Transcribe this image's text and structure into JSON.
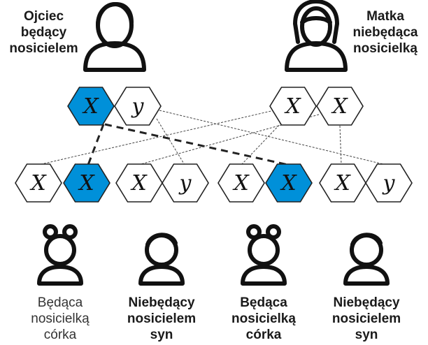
{
  "colors": {
    "carrier": "#0090d9",
    "outline": "#222222"
  },
  "parents": {
    "father": {
      "lines": [
        "Ojciec",
        "będący",
        "nosicielem"
      ],
      "icon": "male-person-icon",
      "chromosomes": [
        "X",
        "Y"
      ],
      "carrier_chromosome": "X"
    },
    "mother": {
      "lines": [
        "Matka",
        "niebędąca",
        "nosicielką"
      ],
      "icon": "female-person-icon",
      "chromosomes": [
        "X",
        "X"
      ],
      "carrier_chromosome": null
    }
  },
  "children": [
    {
      "lines": [
        "Będąca",
        "nosicielką",
        "córka"
      ],
      "icon": "girl-icon",
      "chromosomes": [
        "X",
        "X"
      ],
      "carrier_index": 1,
      "bold": false
    },
    {
      "lines": [
        "Niebędący",
        "nosicielem",
        "syn"
      ],
      "icon": "boy-icon",
      "chromosomes": [
        "X",
        "Y"
      ],
      "carrier_index": null,
      "bold": true
    },
    {
      "lines": [
        "Będąca",
        "nosicielką",
        "córka"
      ],
      "icon": "girl-icon",
      "chromosomes": [
        "X",
        "X"
      ],
      "carrier_index": 1,
      "bold": true
    },
    {
      "lines": [
        "Niebędący",
        "nosicielem",
        "syn"
      ],
      "icon": "boy-icon",
      "chromosomes": [
        "X",
        "Y"
      ],
      "carrier_index": null,
      "bold": true
    }
  ],
  "glyphs": {
    "X": "X",
    "Y": "y"
  }
}
